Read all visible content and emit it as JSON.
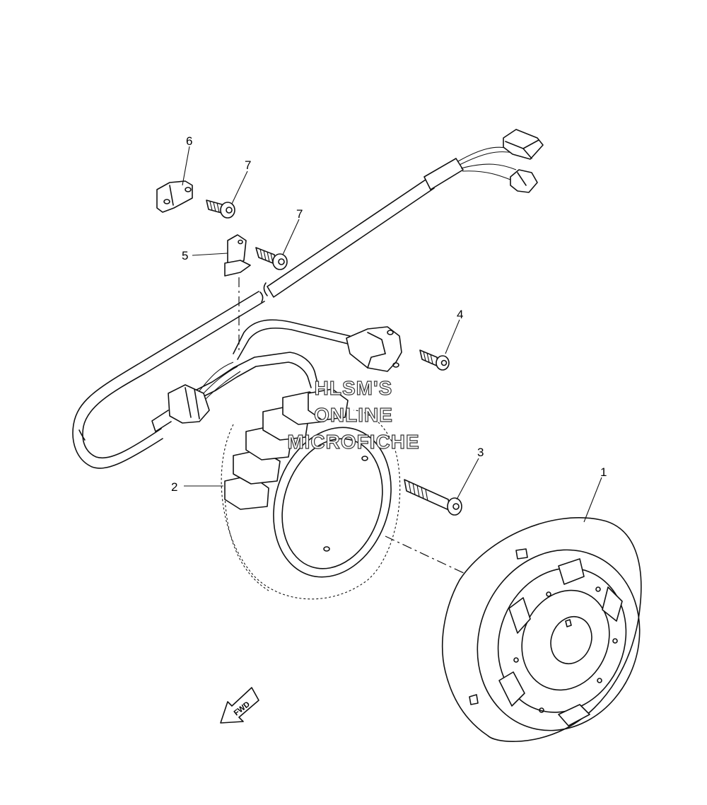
{
  "diagram": {
    "callouts": [
      {
        "id": "1",
        "label": "1"
      },
      {
        "id": "2",
        "label": "2"
      },
      {
        "id": "3",
        "label": "3"
      },
      {
        "id": "4",
        "label": "4"
      },
      {
        "id": "5",
        "label": "5"
      },
      {
        "id": "6",
        "label": "6"
      },
      {
        "id": "7a",
        "label": "7"
      },
      {
        "id": "7b",
        "label": "7"
      }
    ],
    "watermark": {
      "line1": "HLSM'S",
      "line2": "ONLINE",
      "line3": "MICROFICHE"
    },
    "fwd_label": "FWD"
  }
}
